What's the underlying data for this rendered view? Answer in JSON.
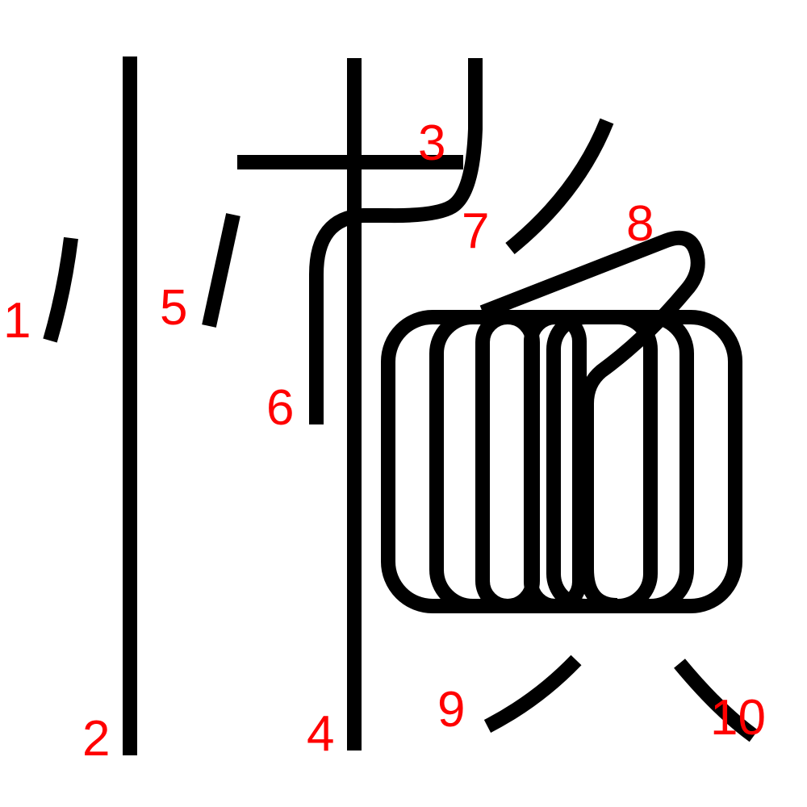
{
  "colors": {
    "stroke": "#000000",
    "label": "#ff0000",
    "background": "#ffffff"
  },
  "strokes": [
    {
      "order": "1",
      "label": "1"
    },
    {
      "order": "2",
      "label": "2"
    },
    {
      "order": "3",
      "label": "3"
    },
    {
      "order": "4",
      "label": "4"
    },
    {
      "order": "5",
      "label": "5"
    },
    {
      "order": "6",
      "label": "6"
    },
    {
      "order": "7",
      "label": "7"
    },
    {
      "order": "8",
      "label": "8"
    },
    {
      "order": "9",
      "label": "9"
    },
    {
      "order": "10",
      "label": "10"
    }
  ]
}
